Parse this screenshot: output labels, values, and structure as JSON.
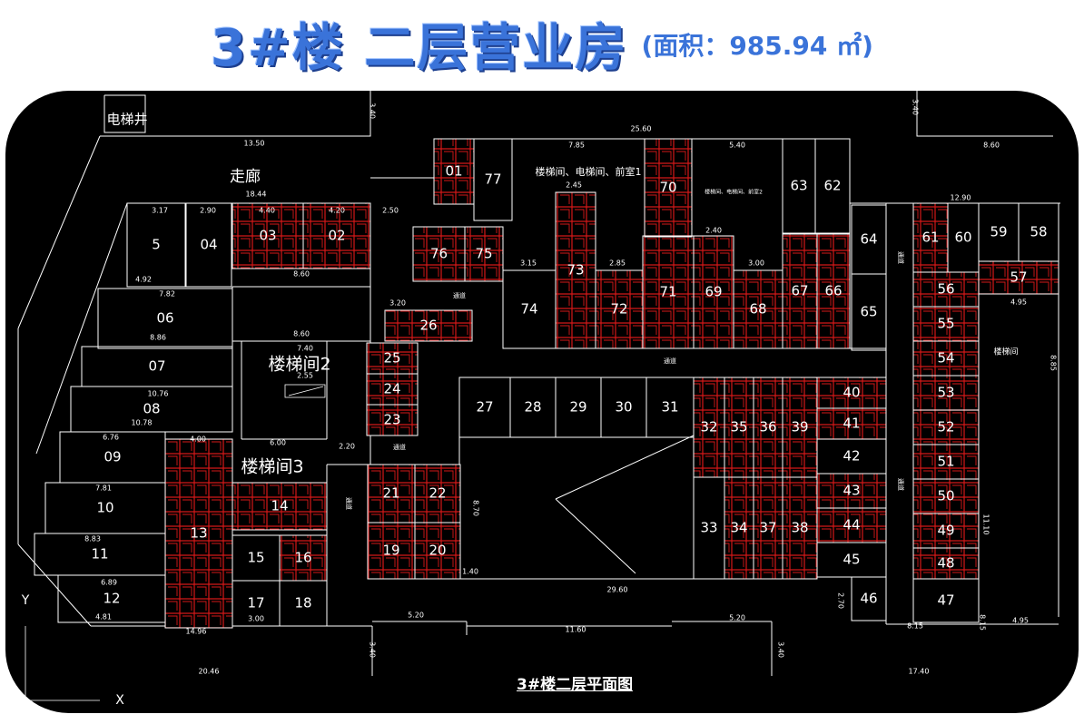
{
  "header": {
    "title": "3#楼  二层营业房",
    "subtitle": "(面积：985.94 ㎡)"
  },
  "plan": {
    "bottom_title": "3#楼二层平面图",
    "labels": {
      "elevator_shaft": "电梯井",
      "corridor": "走廊",
      "stair2": "楼梯间2",
      "stair3": "楼梯间3",
      "core": "楼梯间、电梯间、前室1",
      "core2": "楼梯间、电梯间、前室2",
      "stair_right": "楼梯间",
      "passage": "通道",
      "axis_y": "Y",
      "axis_x": "X"
    },
    "rooms": [
      "01",
      "02",
      "03",
      "04",
      "5",
      "06",
      "07",
      "08",
      "09",
      "10",
      "11",
      "12",
      "13",
      "14",
      "15",
      "16",
      "17",
      "18",
      "19",
      "20",
      "21",
      "22",
      "23",
      "24",
      "25",
      "26",
      "27",
      "28",
      "29",
      "30",
      "31",
      "32",
      "33",
      "34",
      "35",
      "36",
      "37",
      "38",
      "39",
      "40",
      "41",
      "42",
      "43",
      "44",
      "45",
      "46",
      "47",
      "48",
      "49",
      "50",
      "51",
      "52",
      "53",
      "54",
      "55",
      "56",
      "57",
      "58",
      "59",
      "60",
      "61",
      "62",
      "63",
      "64",
      "65",
      "66",
      "67",
      "68",
      "69",
      "70",
      "71",
      "72",
      "73",
      "74",
      "75",
      "76",
      "77"
    ],
    "dimensions": [
      "13.50",
      "18.44",
      "25.60",
      "7.85",
      "5.40",
      "8.60",
      "12.90",
      "3.17",
      "2.90",
      "4.40",
      "4.20",
      "2.50",
      "4.92",
      "7.82",
      "8.60",
      "8.60",
      "8.86",
      "10.76",
      "10.78",
      "6.76",
      "7.81",
      "8.83",
      "6.89",
      "4.81",
      "14.96",
      "20.46",
      "5.20",
      "11.60",
      "5.20",
      "17.40",
      "29.60",
      "4.95",
      "4.95",
      "6.00",
      "4.00",
      "2.20",
      "3.00",
      "7.40",
      "2.55",
      "1.40",
      "3.20",
      "3.15",
      "2.85",
      "2.45",
      "2.40",
      "3.00",
      "8.15",
      "3.40",
      "3.40",
      "3.40",
      "3.40",
      "8.70",
      "11.10",
      "8.85",
      "2.70",
      "8.15"
    ]
  }
}
